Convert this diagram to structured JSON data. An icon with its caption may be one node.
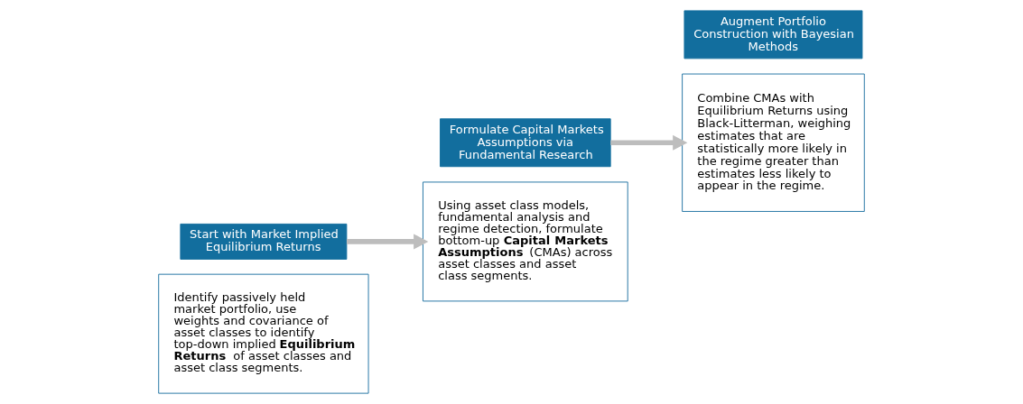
{
  "diagram": {
    "nodes": [
      {
        "text": [
          "Identify passively held market portfolio, use weights and covariance of asset classes to identify top-down implied **Equilibrium Returns** of asset classes and asset class segments."
        ]
      },
      {
        "text": [
          "Start with Market Implied Equilibrium Returns"
        ]
      },
      {
        "text": [
          "Using asset class models, fundamental analysis and regime detection, formulate bottom-up **Capital Markets Assumptions** (CMAs) across asset classes and asset class segments."
        ]
      },
      {
        "text": [
          "Formulate Capital Markets Assumptions via Fundamental Research"
        ]
      },
      {
        "text": [
          "Combine CMAs with Equilibrium Returns using Black-Litterman, weighing estimates that are statistically more likely in the regime greater than estimates less likely to appear in the regime."
        ]
      },
      {
        "text": [
          "Augment Portfolio Construction with Bayesian Methods"
        ]
      }
    ],
    "edges": [
      {
        "from": 1,
        "to": 2,
        "arrow": "to"
      },
      {
        "from": 3,
        "to": 4,
        "arrow": "to"
      }
    ]
  }
}
